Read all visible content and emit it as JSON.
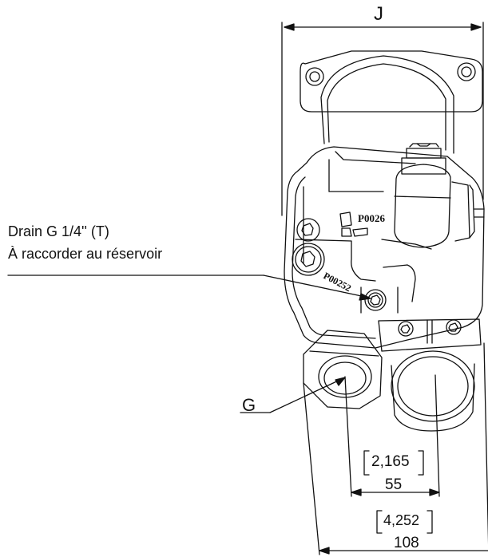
{
  "labels": {
    "dim_j": "J",
    "drain_line1": "Drain G 1/4'' (T)",
    "drain_line2": "À raccorder au réservoir",
    "port_g": "G",
    "dim_55_in": "2,165",
    "dim_55_mm": "55",
    "dim_108_in": "4,252",
    "dim_108_mm": "108"
  },
  "markings": {
    "body_code_top": "P0026",
    "body_code_side": "P00252"
  },
  "colors": {
    "line": "#111111",
    "background": "#ffffff"
  }
}
